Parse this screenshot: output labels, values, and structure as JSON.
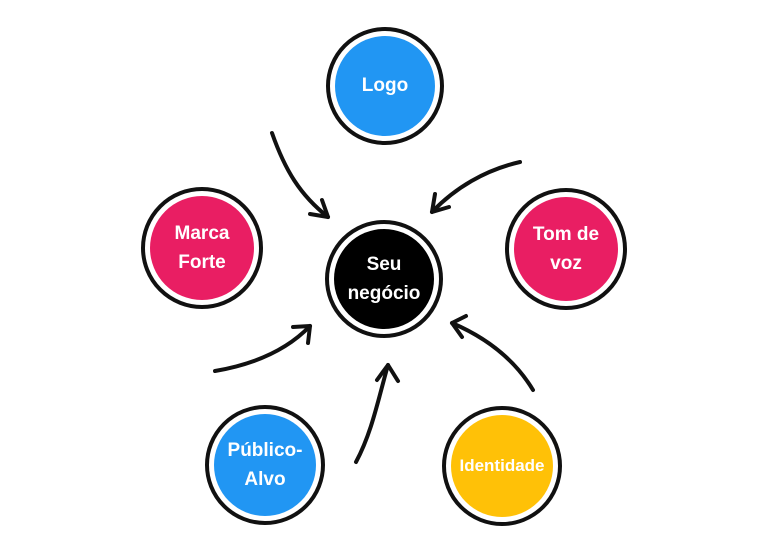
{
  "colors": {
    "blue": "#2196f3",
    "pink": "#e91e63",
    "yellow": "#ffc107",
    "black": "#000000",
    "outline": "#111111"
  },
  "diagram": {
    "center": {
      "label": "Seu\nnegócio",
      "color": "#000000"
    },
    "nodes": [
      {
        "id": "logo",
        "label": "Logo",
        "color": "#2196f3"
      },
      {
        "id": "tom",
        "label": "Tom de\nvoz",
        "color": "#e91e63"
      },
      {
        "id": "identidade",
        "label": "Identidade",
        "color": "#ffc107"
      },
      {
        "id": "publico",
        "label": "Público-\nAlvo",
        "color": "#2196f3"
      },
      {
        "id": "marca",
        "label": "Marca\nForte",
        "color": "#e91e63"
      }
    ],
    "arrows": [
      {
        "from": "logo",
        "to": "center"
      },
      {
        "from": "tom",
        "to": "center"
      },
      {
        "from": "identidade",
        "to": "center"
      },
      {
        "from": "publico",
        "to": "center"
      },
      {
        "from": "marca",
        "to": "center"
      }
    ]
  }
}
